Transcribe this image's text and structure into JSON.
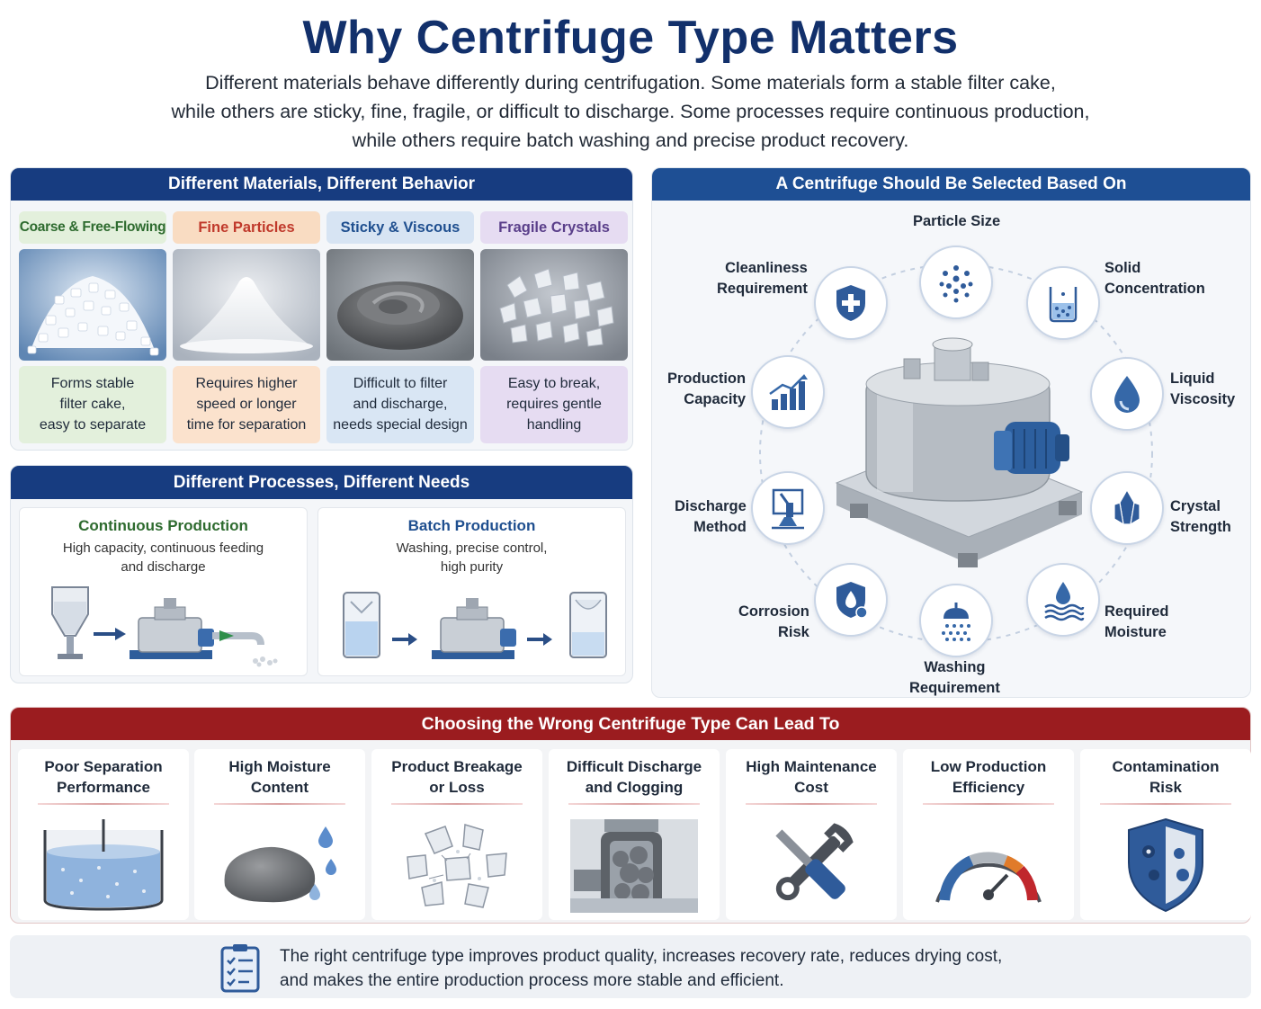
{
  "title": "Why Centrifuge Type Matters",
  "intro": {
    "line1": "Different materials behave differently during centrifugation. Some materials form a stable filter cake,",
    "line2": "while others are sticky, fine, fragile, or difficult to discharge. Some processes require continuous production,",
    "line3": "while others require batch washing and precise product recovery."
  },
  "materials": {
    "heading": "Different Materials, Different Behavior",
    "items": [
      {
        "tag": "Coarse & Free-Flowing",
        "desc1": "Forms stable",
        "desc2": "filter cake,",
        "desc3": "easy to separate",
        "color": "#2e6b2f"
      },
      {
        "tag": "Fine Particles",
        "desc1": "Requires higher",
        "desc2": "speed or longer",
        "desc3": "time for separation",
        "color": "#c0392b"
      },
      {
        "tag": "Sticky & Viscous",
        "desc1": "Difficult to filter",
        "desc2": "and discharge,",
        "desc3": "needs special design",
        "color": "#1f4f8f"
      },
      {
        "tag": "Fragile Crystals",
        "desc1": "Easy to break,",
        "desc2": "requires gentle",
        "desc3": "handling",
        "color": "#5a3f8a"
      }
    ]
  },
  "processes": {
    "heading": "Different Processes, Different Needs",
    "continuous": {
      "title": "Continuous Production",
      "sub1": "High capacity, continuous feeding",
      "sub2": "and discharge"
    },
    "batch": {
      "title": "Batch Production",
      "sub1": "Washing, precise control,",
      "sub2": "high purity"
    }
  },
  "selection": {
    "heading": "A Centrifuge Should Be Selected Based On",
    "factors": {
      "particle_size": "Particle Size",
      "solid_1": "Solid",
      "solid_2": "Concentration",
      "liquid_1": "Liquid",
      "liquid_2": "Viscosity",
      "crystal_1": "Crystal",
      "crystal_2": "Strength",
      "moisture_1": "Required",
      "moisture_2": "Moisture",
      "washing_1": "Washing",
      "washing_2": "Requirement",
      "corrosion_1": "Corrosion",
      "corrosion_2": "Risk",
      "discharge_1": "Discharge",
      "discharge_2": "Method",
      "capacity_1": "Production",
      "capacity_2": "Capacity",
      "clean_1": "Cleanliness",
      "clean_2": "Requirement"
    }
  },
  "wrong": {
    "heading": "Choosing the Wrong Centrifuge Type Can Lead To",
    "items": [
      {
        "l1": "Poor Separation",
        "l2": "Performance"
      },
      {
        "l1": "High Moisture",
        "l2": "Content"
      },
      {
        "l1": "Product Breakage",
        "l2": "or Loss"
      },
      {
        "l1": "Difficult Discharge",
        "l2": "and Clogging"
      },
      {
        "l1": "High Maintenance",
        "l2": "Cost"
      },
      {
        "l1": "Low Production",
        "l2": "Efficiency"
      },
      {
        "l1": "Contamination",
        "l2": "Risk"
      }
    ]
  },
  "footer": {
    "line1": "The right centrifuge type improves product quality, increases recovery rate, reduces drying cost,",
    "line2": "and makes the entire production process more stable and efficient."
  }
}
